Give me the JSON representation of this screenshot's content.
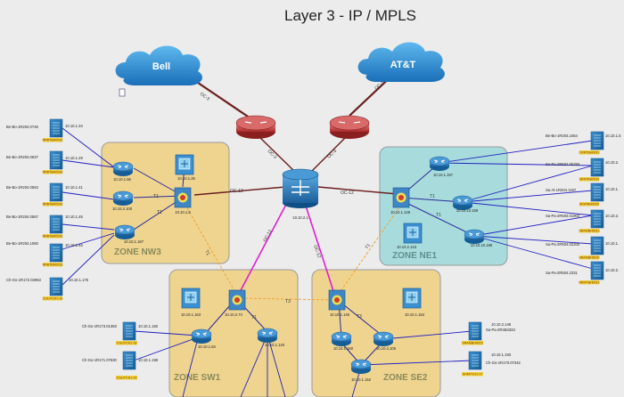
{
  "title": "Layer 3 - IP / MPLS",
  "clouds": {
    "bell": "Bell",
    "att": "AT&T"
  },
  "zones": {
    "nw3": "ZONE NW3",
    "ne1": "ZONE NE1",
    "sw1": "ZONE SW1",
    "se2": "ZONE SE2"
  },
  "core": {
    "label": "10.10.2.1"
  },
  "link_labels": {
    "bell_link": "OC-3",
    "att_link": "OC-3",
    "bell_core": "OC-3",
    "att_core": "OC-3",
    "core_nw": "OC-12",
    "core_ne": "OC-12",
    "core_sw": "OC-12",
    "core_se": "OC-12",
    "t1_a": "T1",
    "t1_b": "T1",
    "t1_c": "T1",
    "t1_d": "T1",
    "t3_a": "T3",
    "t3_b": "T3",
    "t1_e": "T1",
    "t1_f": "T1",
    "t1_g": "T1"
  },
  "nw_routers": {
    "r1": "10.10.1.56",
    "r2": "10.10.2.100",
    "r3": "10.10.1.187",
    "l3sw": "10.10.1.26",
    "hub": "10.10.1.8"
  },
  "ne_routers": {
    "r1": "10.10.1.197",
    "r2": "10.10.10.159",
    "r3": "10.10.10.185",
    "hub": "10.10.1.149",
    "l3sw": "10.10.2.143"
  },
  "sw_routers": {
    "l3sw": "10.10.1.163",
    "hub": "10.10.2.74",
    "r1": "10.10.1.84",
    "r2": "10.10.1.140"
  },
  "se_routers": {
    "hub": "10.10.1.145",
    "l3sw": "10.10.1.184",
    "r1": "10.10.1.160",
    "r2": "10.10.2.105",
    "r3": "10.10.1.162"
  },
  "left_devices": [
    {
      "name": "Be-Bo-1R204.0746",
      "ip": "10.10.1.34",
      "tag": "RRBTBH0015"
    },
    {
      "name": "Be-Bo-1R204.0637",
      "ip": "10.10.1.29",
      "tag": "RRBTBH0016"
    },
    {
      "name": "Be-Bo-1R204.0563",
      "ip": "10.10.1.41",
      "tag": "RRBTBH0016"
    },
    {
      "name": "Be-Bo-1R204.0567",
      "ip": "10.10.1.45",
      "tag": "RRBTBH0016"
    },
    {
      "name": "Be-Bo-1R204.1060",
      "ip": "10.10.1.46",
      "tag": "RRBTBH0018"
    },
    {
      "name": "Ch-Go-1R172.03963",
      "ip": "10.10.1.175",
      "tag": "CGUYCH1-16"
    }
  ],
  "right_devices": [
    {
      "name": "Be-Bo-1R204.1064",
      "ip": "10.10.1.5",
      "tag": "CRRTBH0019"
    },
    {
      "name": "Sa-Pa-2R503.05293",
      "ip": "10.10.2.",
      "tag": "SRNTBH0019"
    },
    {
      "name": "Sa-Al-1R204.1187",
      "ip": "10.10.1.",
      "tag": "SRATBH0020"
    },
    {
      "name": "Sa-Pa-2R503.01902",
      "ip": "10.10.2.",
      "tag": "SRAMBH0019"
    },
    {
      "name": "Sa-Pa-2R504.02200",
      "ip": "10.10.1.",
      "tag": "SRAMBH0020"
    },
    {
      "name": "Sa-Pa-2R504.2331",
      "ip": "10.10.2.",
      "tag": "RRMTBH0016"
    }
  ],
  "bottom_left_devices": [
    {
      "name": "Ch-Go-1R173.01383",
      "ip": "10.10.1.182",
      "tag": "CGUYCH1-18"
    },
    {
      "name": "Ch-Go-1R171.07630",
      "ip": "10.10.1.198",
      "tag": "CGUYCH1-19"
    }
  ],
  "bottom_right_devices": [
    {
      "name": "Sa-Pa-2R4B3333",
      "ip": "10.10.2.146",
      "tag": "SRAMBH0015"
    },
    {
      "name": "Ch-Go-1R170.07342",
      "ip": "10.10.1.193",
      "tag": "AHMTCH1-17"
    }
  ]
}
